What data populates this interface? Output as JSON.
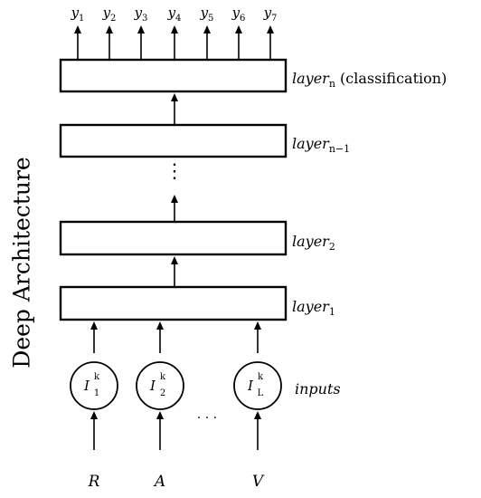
{
  "side_title": "Deep Architecture",
  "outputs": [
    {
      "base": "y",
      "sub": "1"
    },
    {
      "base": "y",
      "sub": "2"
    },
    {
      "base": "y",
      "sub": "3"
    },
    {
      "base": "y",
      "sub": "4"
    },
    {
      "base": "y",
      "sub": "5"
    },
    {
      "base": "y",
      "sub": "6"
    },
    {
      "base": "y",
      "sub": "7"
    }
  ],
  "layers": [
    {
      "base": "layer",
      "sub": "n",
      "suffix": " (classification)"
    },
    {
      "base": "layer",
      "sub": "n−1",
      "suffix": ""
    },
    {
      "base": "layer",
      "sub": "2",
      "suffix": ""
    },
    {
      "base": "layer",
      "sub": "1",
      "suffix": ""
    }
  ],
  "vertical_ellipsis": "⋮",
  "input_nodes": [
    {
      "base": "I",
      "sup": "k",
      "sub": "1"
    },
    {
      "base": "I",
      "sup": "k",
      "sub": "2"
    },
    {
      "base": "I",
      "sup": "k",
      "sub": "L"
    }
  ],
  "horizontal_ellipsis": "· · ·",
  "inputs_label": "inputs",
  "input_sources": [
    "R",
    "A",
    "V"
  ]
}
